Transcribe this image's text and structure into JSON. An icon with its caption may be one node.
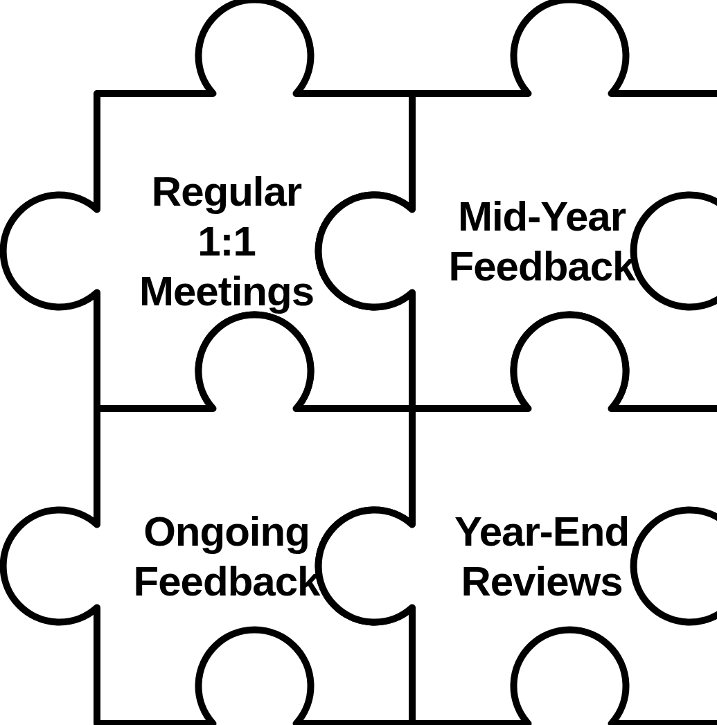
{
  "diagram": {
    "nodes": [
      {
        "text": [
          "Regular 1:1 Meetings"
        ]
      },
      {
        "text": [
          "Mid-Year Feedback"
        ]
      },
      {
        "text": [
          "Ongoing Feedback"
        ]
      },
      {
        "text": [
          "Year-End Reviews"
        ]
      }
    ]
  }
}
